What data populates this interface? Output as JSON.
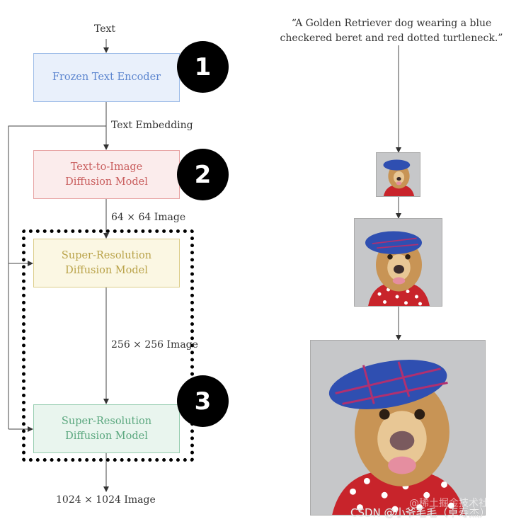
{
  "diagram": {
    "input_label": "Text",
    "stages": [
      {
        "number": "1",
        "label_lines": [
          "Frozen Text Encoder"
        ],
        "color": "#5d86cf"
      },
      {
        "number": "2",
        "label_lines": [
          "Text-to-Image",
          "Diffusion Model"
        ],
        "color": "#c95e5e"
      },
      {
        "number": "",
        "label_lines": [
          "Super-Resolution",
          "Diffusion Model"
        ],
        "color": "#b9a248"
      },
      {
        "number": "3",
        "label_lines": [
          "Super-Resolution",
          "Diffusion Model"
        ],
        "color": "#5aa77e"
      }
    ],
    "edge_labels": {
      "embedding": "Text Embedding",
      "img64": "64 × 64 Image",
      "img256": "256 × 256 Image",
      "img1024": "1024 × 1024 Image"
    }
  },
  "example": {
    "prompt_line1": "“A Golden Retriever dog wearing a blue",
    "prompt_line2": "checkered beret and red dotted turtleneck.”",
    "images": [
      {
        "alt": "64x64 generated golden retriever"
      },
      {
        "alt": "256x256 generated golden retriever"
      },
      {
        "alt": "1024x1024 generated golden retriever"
      }
    ]
  },
  "watermark": {
    "line1": "@稀土掘金技术社区",
    "line2": "CSDN @小爷毛毛（卓寿杰）"
  }
}
